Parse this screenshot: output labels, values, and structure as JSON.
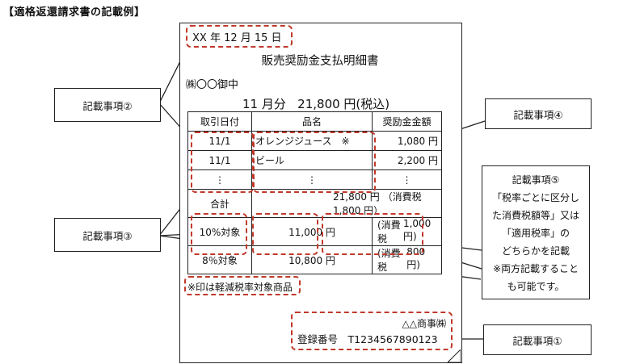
{
  "heading": "【適格返還請求書の記載例】",
  "document": {
    "date": "XX 年 12 月 15 日",
    "doc_title": "販売奨励金支払明細書",
    "recipient": "㈱〇〇御中",
    "summary_month": "11 月分",
    "summary_amount": "21,800 円(税込)",
    "columns": [
      "取引日付",
      "品名",
      "奨励金金額"
    ],
    "rows": [
      {
        "date": "11/1",
        "item": "オレンジジュース　※",
        "amount": "1,080 円"
      },
      {
        "date": "11/1",
        "item": "ビール",
        "amount": "2,200 円"
      },
      {
        "date": "⋮",
        "item": "⋮",
        "amount": "⋮"
      }
    ],
    "total_label": "合計",
    "total_value": "21,800 円 （消費税　1,800 円）",
    "tax_rows": [
      {
        "label": "10%対象",
        "amount": "11,000 円",
        "tax_label": "(消費税",
        "tax_value": "1,000 円)"
      },
      {
        "label": "8％対象",
        "amount": "10,800 円",
        "tax_label": "(消費税",
        "tax_value": "800 円)"
      }
    ],
    "footnote": "※印は軽減税率対象商品",
    "issuer": "△△商事㈱",
    "registration": "登録番号　T1234567890123"
  },
  "callouts": {
    "item1": "記載事項①",
    "item2": "記載事項②",
    "item3": "記載事項③",
    "item4": "記載事項④",
    "item5_lines": [
      "記載事項⑤",
      "「税率ごとに区分し",
      "た消費税額等」又は",
      "「適用税率」の",
      "どちらかを記載",
      "※両方記載すること",
      "も可能です。"
    ]
  },
  "colors": {
    "highlight": "#c0392b",
    "line": "#222222"
  }
}
